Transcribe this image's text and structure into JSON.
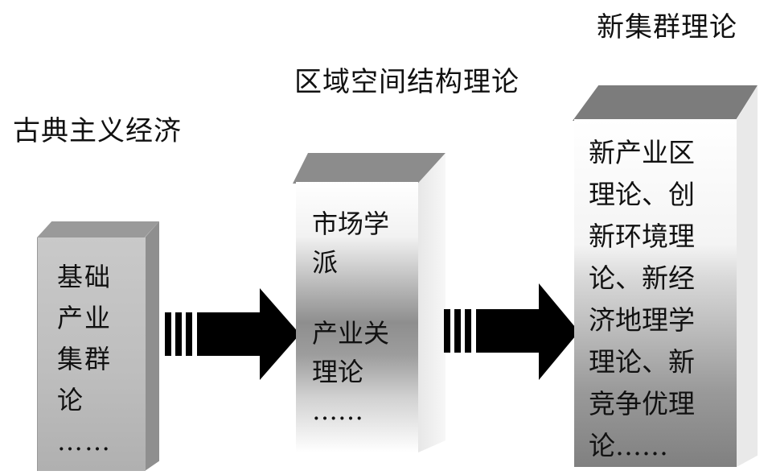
{
  "stages": [
    {
      "title": "古典主义经济",
      "lines": [
        "基础",
        "产业",
        "集群",
        "论",
        "……"
      ]
    },
    {
      "title": "区域空间结构理论",
      "groups": [
        [
          "市场学",
          "派"
        ],
        [
          "产业关",
          "理论",
          "……"
        ]
      ]
    },
    {
      "title": "新集群理论",
      "lines": [
        "新产业区",
        "理论、创",
        "新环境理",
        "论、新经",
        "济地理学",
        "理论、新",
        "竞争优理",
        "论……"
      ]
    }
  ],
  "colors": {
    "arrow": "#000000",
    "background": "#ffffff"
  }
}
